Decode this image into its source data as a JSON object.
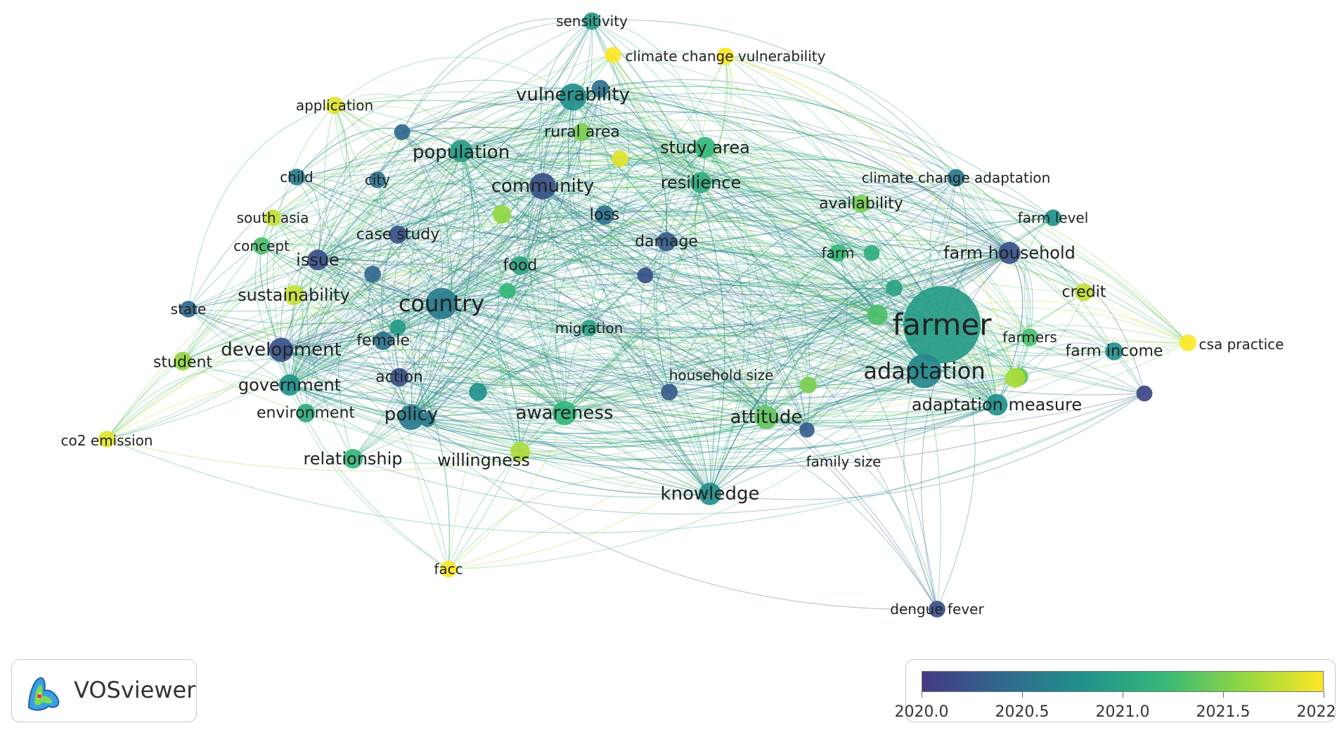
{
  "diagram": {
    "type": "keyword co-occurrence network",
    "color_scale": {
      "stops": [
        "#443983",
        "#31688e",
        "#21918c",
        "#35b779",
        "#90d743",
        "#fde725"
      ],
      "ticks": [
        "2020.0",
        "2020.5",
        "2021.0",
        "2021.5",
        "2022.0"
      ]
    },
    "nodes": [
      {
        "id": "farmer",
        "label": "farmer",
        "year": 2020.9,
        "weight": 100
      },
      {
        "id": "adaptation",
        "label": "adaptation",
        "year": 2020.7,
        "weight": 55
      },
      {
        "id": "country",
        "label": "country",
        "year": 2020.6,
        "weight": 45
      },
      {
        "id": "vulnerability",
        "label": "vulnerability",
        "year": 2020.8,
        "weight": 30
      },
      {
        "id": "community",
        "label": "community",
        "year": 2020.2,
        "weight": 28
      },
      {
        "id": "policy",
        "label": "policy",
        "year": 2020.6,
        "weight": 25
      },
      {
        "id": "development",
        "label": "development",
        "year": 2020.2,
        "weight": 22
      },
      {
        "id": "awareness",
        "label": "awareness",
        "year": 2021.2,
        "weight": 22
      },
      {
        "id": "attitude",
        "label": "attitude",
        "year": 2021.4,
        "weight": 20
      },
      {
        "id": "knowledge",
        "label": "knowledge",
        "year": 2020.8,
        "weight": 18
      },
      {
        "id": "population",
        "label": "population",
        "year": 2020.9,
        "weight": 18
      },
      {
        "id": "farm-household",
        "label": "farm household",
        "year": 2020.2,
        "weight": 17
      },
      {
        "id": "adaptation-measure",
        "label": "adaptation measure",
        "year": 2020.8,
        "weight": 16
      },
      {
        "id": "study-area",
        "label": "study area",
        "year": 2021.2,
        "weight": 15
      },
      {
        "id": "resilience",
        "label": "resilience",
        "year": 2021.1,
        "weight": 15
      },
      {
        "id": "government",
        "label": "government",
        "year": 2020.8,
        "weight": 15
      },
      {
        "id": "issue",
        "label": "issue",
        "year": 2020.2,
        "weight": 14
      },
      {
        "id": "sustainability",
        "label": "sustainability",
        "year": 2021.8,
        "weight": 13
      },
      {
        "id": "relationship",
        "label": "relationship",
        "year": 2021.2,
        "weight": 12
      },
      {
        "id": "willingness",
        "label": "willingness",
        "year": 2021.7,
        "weight": 12
      },
      {
        "id": "loss",
        "label": "loss",
        "year": 2020.5,
        "weight": 11
      },
      {
        "id": "damage",
        "label": "damage",
        "year": 2020.3,
        "weight": 11
      },
      {
        "id": "food",
        "label": "food",
        "year": 2021.0,
        "weight": 10
      },
      {
        "id": "environment",
        "label": "environment",
        "year": 2021.1,
        "weight": 10
      },
      {
        "id": "student",
        "label": "student",
        "year": 2021.6,
        "weight": 10
      },
      {
        "id": "action",
        "label": "action",
        "year": 2020.2,
        "weight": 10
      },
      {
        "id": "female",
        "label": "female",
        "year": 2020.5,
        "weight": 10
      },
      {
        "id": "credit",
        "label": "credit",
        "year": 2021.8,
        "weight": 9
      },
      {
        "id": "farm-income",
        "label": "farm income",
        "year": 2020.8,
        "weight": 9
      },
      {
        "id": "rural-area",
        "label": "rural area",
        "year": 2021.5,
        "weight": 9
      },
      {
        "id": "availability",
        "label": "availability",
        "year": 2021.5,
        "weight": 9
      },
      {
        "id": "case-study",
        "label": "case study",
        "year": 2020.2,
        "weight": 9
      },
      {
        "id": "concept",
        "label": "concept",
        "year": 2021.3,
        "weight": 8
      },
      {
        "id": "farm",
        "label": "farm",
        "year": 2021.2,
        "weight": 8
      },
      {
        "id": "farmers",
        "label": "farmers",
        "year": 2021.3,
        "weight": 8
      },
      {
        "id": "climate-change-adaptation",
        "label": "climate change adaptation",
        "year": 2020.6,
        "weight": 8
      },
      {
        "id": "climate-change-vulnerability",
        "label": "climate change vulnerability",
        "year": 2022.0,
        "weight": 8
      },
      {
        "id": "sensitivity",
        "label": "sensitivity",
        "year": 2020.9,
        "weight": 8
      },
      {
        "id": "application",
        "label": "application",
        "year": 2021.9,
        "weight": 8
      },
      {
        "id": "child",
        "label": "child",
        "year": 2020.6,
        "weight": 7
      },
      {
        "id": "city",
        "label": "city",
        "year": 2020.5,
        "weight": 7
      },
      {
        "id": "south-asia",
        "label": "south asia",
        "year": 2021.8,
        "weight": 7
      },
      {
        "id": "state",
        "label": "state",
        "year": 2020.4,
        "weight": 7
      },
      {
        "id": "migration",
        "label": "migration",
        "year": 2021.0,
        "weight": 7
      },
      {
        "id": "household-size",
        "label": "household size",
        "year": 2020.3,
        "weight": 7
      },
      {
        "id": "family-size",
        "label": "family size",
        "year": 2021.5,
        "weight": 7
      },
      {
        "id": "farm-level",
        "label": "farm level",
        "year": 2020.8,
        "weight": 7
      },
      {
        "id": "csa-practice",
        "label": "csa practice",
        "year": 2022.0,
        "weight": 7
      },
      {
        "id": "co2-emission",
        "label": "co2 emission",
        "year": 2021.9,
        "weight": 7
      },
      {
        "id": "facc",
        "label": "facc",
        "year": 2022.0,
        "weight": 7
      },
      {
        "id": "dengue-fever",
        "label": "dengue fever",
        "year": 2020.2,
        "weight": 7
      }
    ],
    "unlabeled_nodes": [
      {
        "year": 2021.3,
        "weight": 14
      },
      {
        "year": 2020.5,
        "weight": 8
      },
      {
        "year": 2021.9,
        "weight": 7
      },
      {
        "year": 2020.4,
        "weight": 6
      },
      {
        "year": 2020.2,
        "weight": 6
      },
      {
        "year": 2021.2,
        "weight": 6
      },
      {
        "year": 2021.6,
        "weight": 10
      },
      {
        "year": 2020.8,
        "weight": 9
      },
      {
        "year": 2021.4,
        "weight": 9
      },
      {
        "year": 2020.1,
        "weight": 6
      },
      {
        "year": 2020.3,
        "weight": 5
      },
      {
        "year": 2021.0,
        "weight": 7
      },
      {
        "year": 2021.7,
        "weight": 12
      },
      {
        "year": 2020.4,
        "weight": 7
      },
      {
        "year": 2020.6,
        "weight": 5
      },
      {
        "year": 2022.0,
        "weight": 6
      },
      {
        "year": 2021.1,
        "weight": 6
      },
      {
        "year": 2020.9,
        "weight": 6
      }
    ]
  },
  "branding": {
    "name": "VOSviewer"
  }
}
